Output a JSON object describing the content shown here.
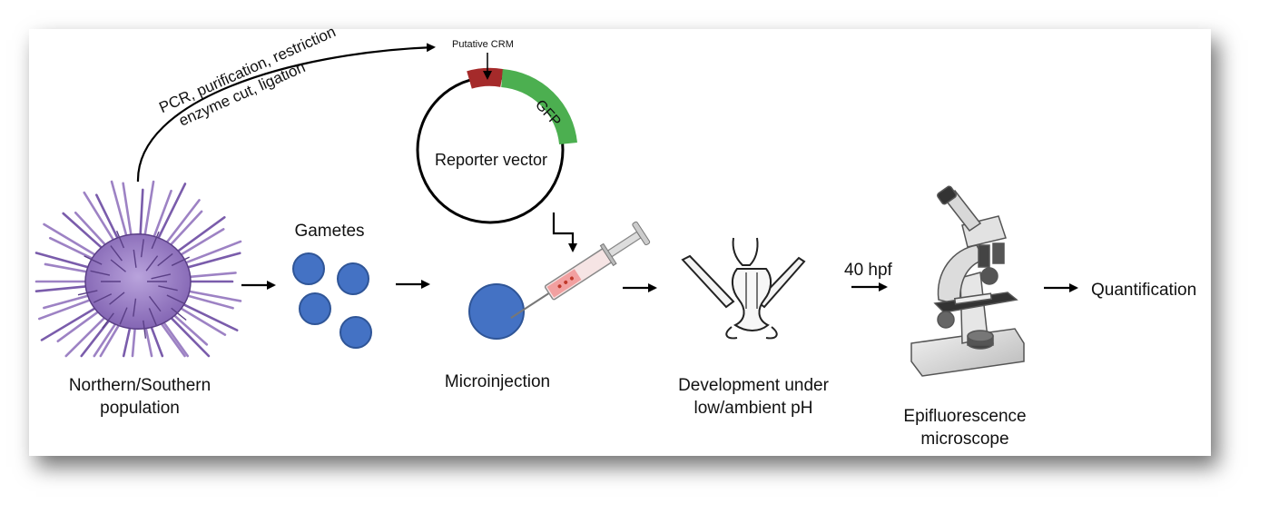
{
  "labels": {
    "pcr_line1": "PCR, purification, restriction",
    "pcr_line2": "enzyme cut, ligation",
    "putative_crm": "Putative CRM",
    "gfp": "GFP",
    "reporter_vector": "Reporter vector",
    "gametes": "Gametes",
    "population_line1": "Northern/Southern",
    "population_line2": "population",
    "microinjection": "Microinjection",
    "development_line1": "Development under",
    "development_line2": "low/ambient pH",
    "hpf": "40 hpf",
    "microscope_line1": "Epifluorescence",
    "microscope_line2": "microscope",
    "quantification": "Quantification"
  },
  "colors": {
    "urchin": "#9d82c4",
    "urchin_spine": "#5a3f86",
    "egg": "#4472c4",
    "egg_stroke": "#2f5597",
    "crm": "#a52a2a",
    "gfp": "#4caf50",
    "syringe_fluid": "#f2a0a0"
  },
  "icons": [
    "sea-urchin-icon",
    "gamete-icon",
    "egg-cell-icon",
    "syringe-icon",
    "larva-icon",
    "microscope-icon",
    "plasmid-icon"
  ]
}
